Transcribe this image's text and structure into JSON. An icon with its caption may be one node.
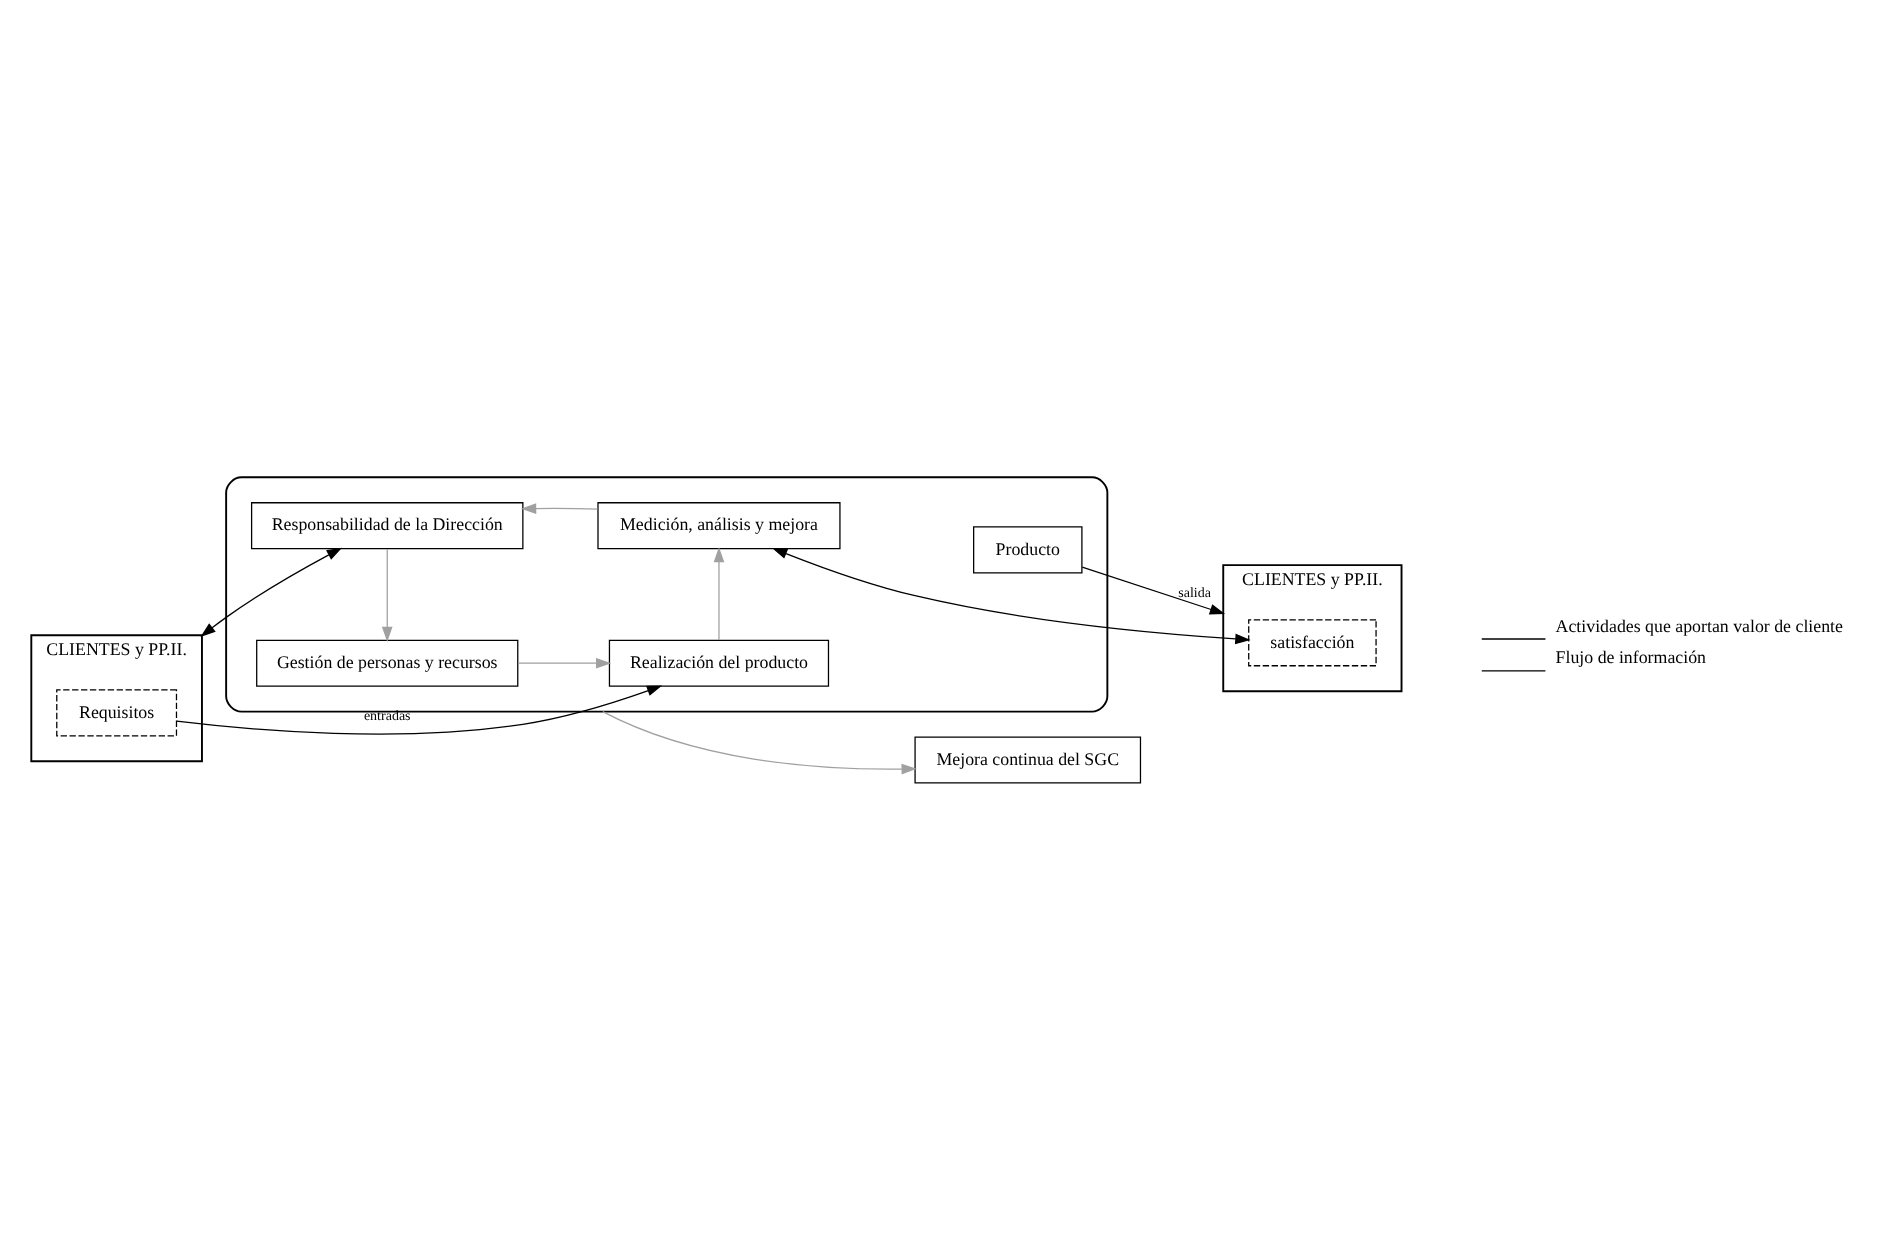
{
  "diagram": {
    "nodes": [
      {
        "text": [
          "Mejora continua del SGC"
        ]
      },
      {
        "text": [
          "CLIENTES y PP.II."
        ]
      },
      {
        "text": [
          "Requisitos"
        ],
        "in": 1
      },
      {
        "text": [],
        "shape": "ellipse"
      },
      {
        "text": [
          "Responsabilidad de la Dirección"
        ],
        "in": 3
      },
      {
        "text": [
          "Gestión de personas y recursos"
        ],
        "in": 3
      },
      {
        "text": [
          "Medición, análisis y mejora"
        ],
        "in": 3
      },
      {
        "text": [
          "Realización del producto"
        ],
        "in": 3
      },
      {
        "text": [
          "Producto"
        ],
        "in": 3
      },
      {
        "text": [
          "CLIENTES y PP.II."
        ]
      },
      {
        "text": [
          "satisfacción"
        ],
        "in": 9
      }
    ],
    "edges": [
      {
        "from": 1,
        "to": 4,
        "arrow": "both",
        "color": "#000000"
      },
      {
        "from": 6,
        "to": 10,
        "arrow": "both",
        "color": "#000000"
      },
      {
        "from": 2,
        "to": 7,
        "arrow": "to",
        "label": "entradas",
        "color": "#000000"
      },
      {
        "from": 8,
        "to": 9,
        "arrow": "to",
        "label": "salida",
        "color": "#000000"
      },
      {
        "from": 4,
        "to": 5,
        "arrow": "to",
        "color": "#a0a0a0"
      },
      {
        "from": 5,
        "to": 7,
        "arrow": "to",
        "color": "#a0a0a0"
      },
      {
        "from": 7,
        "to": 6,
        "arrow": "to",
        "color": "#a0a0a0"
      },
      {
        "from": 6,
        "to": 4,
        "arrow": "to",
        "color": "#a0a0a0"
      },
      {
        "from": 3,
        "to": 0,
        "arrow": "to",
        "color": "#a0a0a0"
      }
    ],
    "legend": [
      {
        "text": "Actividades que aportan valor de cliente"
      },
      {
        "text": "Flujo de información"
      }
    ]
  }
}
